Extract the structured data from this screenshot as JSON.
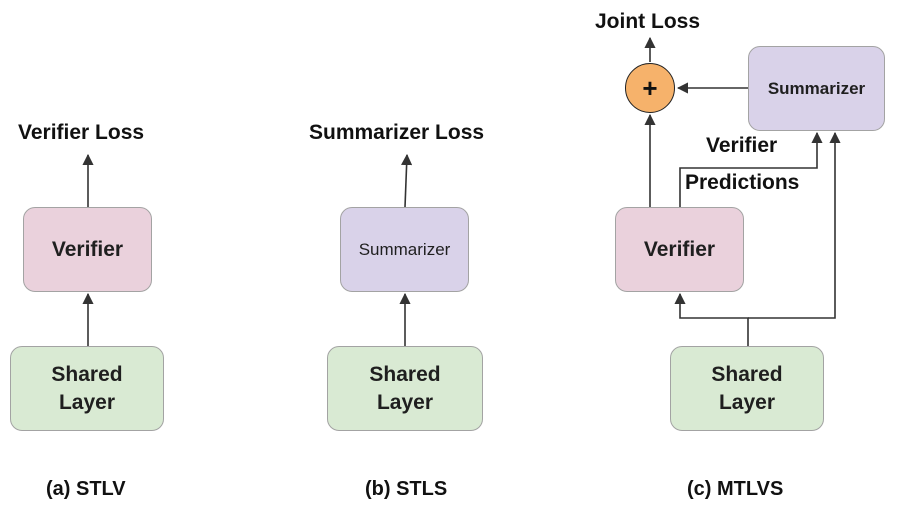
{
  "panel_a": {
    "loss_label": "Verifier Loss",
    "verifier_label": "Verifier",
    "shared_line1": "Shared",
    "shared_line2": "Layer",
    "caption": "(a) STLV"
  },
  "panel_b": {
    "loss_label": "Summarizer Loss",
    "summarizer_label": "Summarizer",
    "shared_line1": "Shared",
    "shared_line2": "Layer",
    "caption": "(b) STLS"
  },
  "panel_c": {
    "loss_label": "Joint Loss",
    "combine_symbol": "+",
    "summarizer_label": "Summarizer",
    "verifier_label": "Verifier",
    "predictions_line1": "Verifier",
    "predictions_line2": "Predictions",
    "shared_line1": "Shared",
    "shared_line2": "Layer",
    "caption": "(c) MTLVS"
  },
  "colors": {
    "verifier_fill": "#ead1dc",
    "summarizer_fill": "#d9d2e9",
    "shared_fill": "#d9ead3",
    "combine_fill": "#f6b26b",
    "arrow": "#333333"
  }
}
